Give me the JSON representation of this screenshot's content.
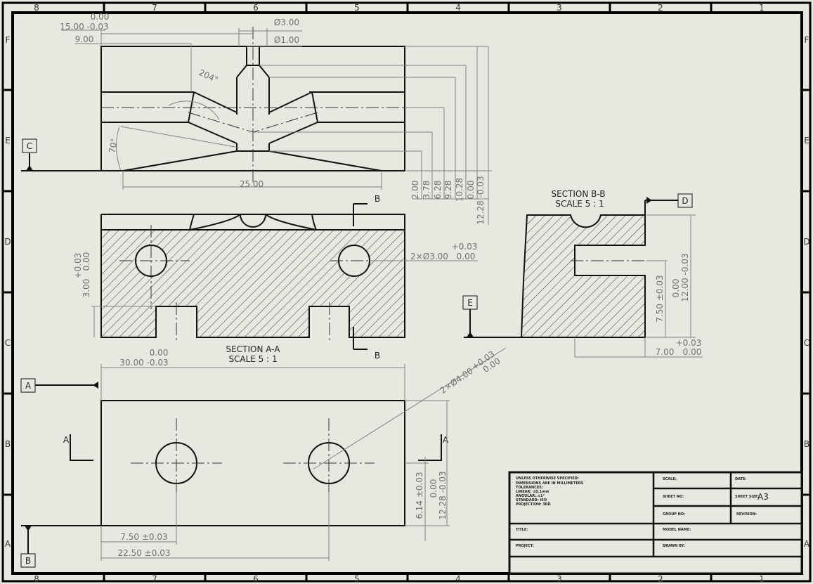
{
  "sheet": {
    "zones_columns": [
      "8",
      "7",
      "6",
      "5",
      "4",
      "3",
      "2",
      "1"
    ],
    "zones_rows": [
      "F",
      "E",
      "D",
      "C",
      "B",
      "A"
    ],
    "background": "#e9e8e0"
  },
  "top_view": {
    "dims": {
      "d_zero": "0.00",
      "d_15": "15.00 -0.03",
      "d_9": "9.00",
      "dia3": "Ø3.00",
      "dia1": "Ø1.00",
      "angle_204": "204°",
      "angle_70": "70°",
      "width_25": "25.00",
      "h_2": "2.00",
      "h_378": "3.78",
      "h_628": "6.28",
      "h_928": "9.28",
      "h_1028": "10.28",
      "h_tol_upper": "0.00",
      "h_1228": "12.28 -0.03"
    },
    "datum": "C"
  },
  "section_aa": {
    "title": "SECTION A-A",
    "scale": "SCALE 5 : 1",
    "cut_label": "B",
    "dims": {
      "tol_upper": "+0.03",
      "tol_lower": "0.00",
      "height_3": "3.00",
      "holes": "2×Ø3.00",
      "holes_tol_upper": "+0.03",
      "holes_tol_lower": "0.00"
    }
  },
  "section_bb": {
    "title": "SECTION B-B",
    "scale": "SCALE 5 : 1",
    "datum_top": "D",
    "datum_left": "E",
    "dims": {
      "h_750": "7.50 ±0.03",
      "h_tol_upper": "0.00",
      "h_1200": "12.00 -0.03",
      "w_tol_upper": "+0.03",
      "w_700": "7.00",
      "w_tol_lower": "0.00"
    }
  },
  "bottom_view": {
    "cut_label": "A",
    "datum_a": "A",
    "datum_b": "B",
    "dims": {
      "w_tol_upper": "0.00",
      "w_30": "30.00 -0.03",
      "holes": "2×Ø4.00",
      "holes_tol_upper": "+0.03",
      "holes_tol_lower": "0.00",
      "h_614": "6.14 ±0.03",
      "h_tol_upper": "0.00",
      "h_1228": "12.28 -0.03",
      "x_750": "7.50 ±0.03",
      "x_2250": "22.50 ±0.03"
    }
  },
  "title_block": {
    "notes": [
      "UNLESS OTHERWISE SPECIFIED:",
      "DIMENSIONS ARE IN MILLIMETERS",
      "TOLERANCES:",
      "  LINEAR: ±0.1mm",
      "  ANGULAR: ±1°",
      "STANDARD: ISO",
      "PROJECTION: 3RD"
    ],
    "scale_label": "SCALE:",
    "date_label": "DATE:",
    "sheet_no_label": "SHEET NO:",
    "sheet_size_label": "SHEET SIZE:",
    "sheet_size_value": "A3",
    "group_no_label": "GROUP NO:",
    "revision_label": "REVISION:",
    "title_label": "TITLE:",
    "model_name_label": "MODEL NAME:",
    "project_label": "PROJECT:",
    "drawn_by_label": "DRAWN BY:"
  }
}
